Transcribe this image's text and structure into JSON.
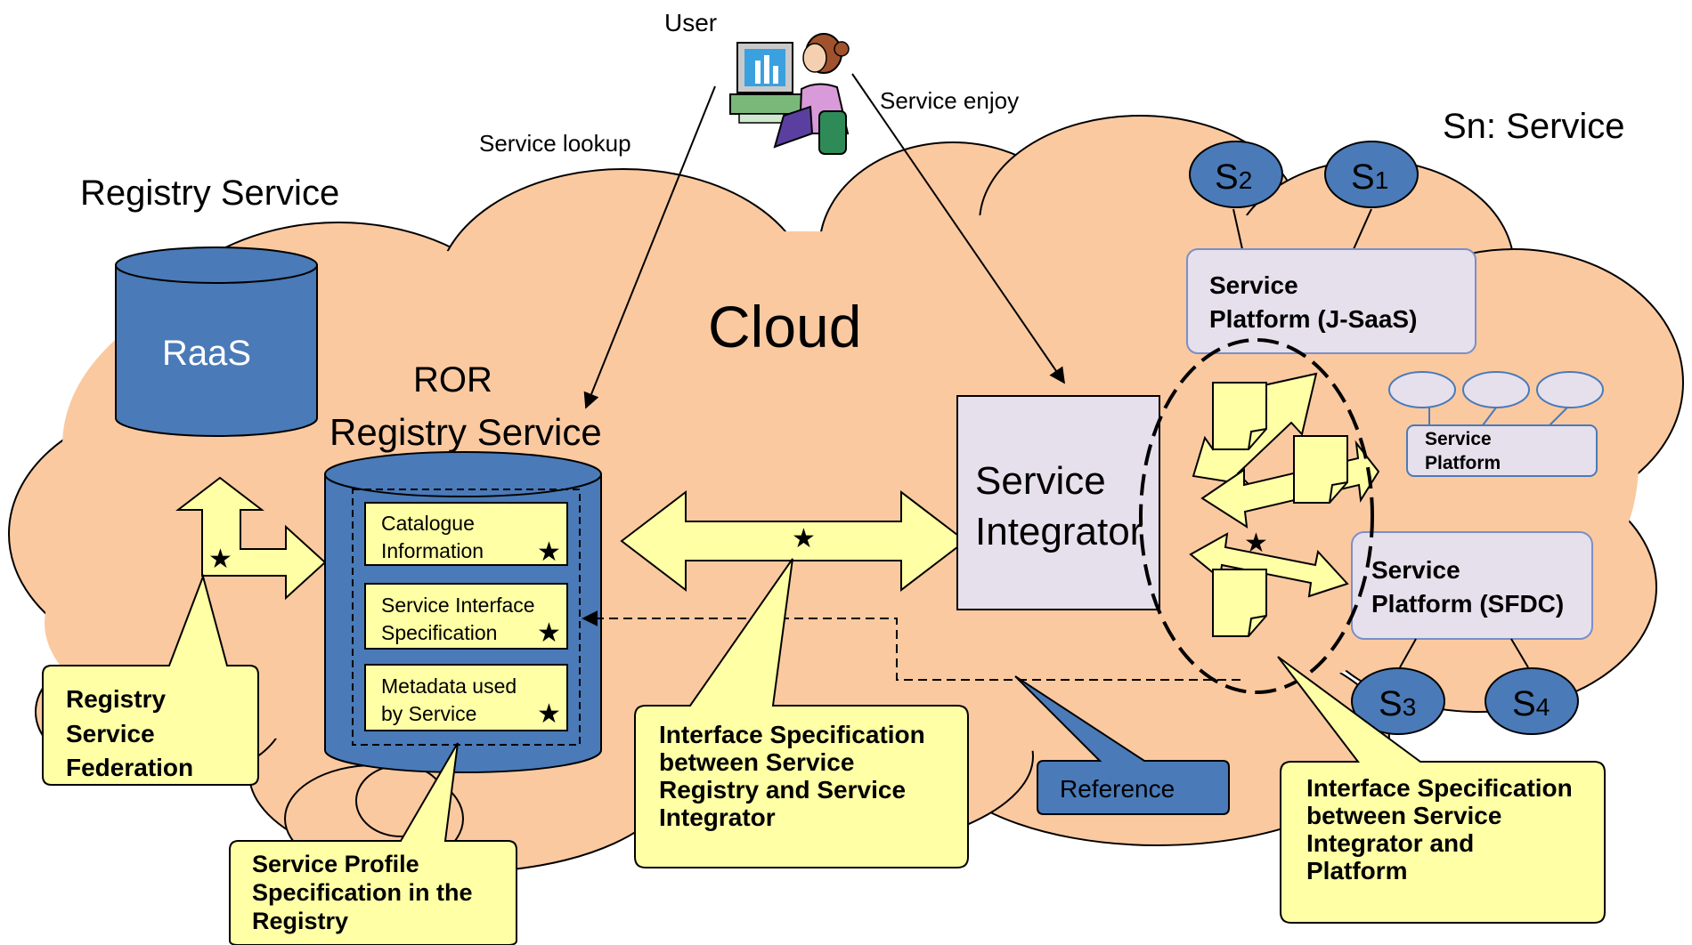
{
  "user": {
    "label": "User",
    "lookup": "Service lookup",
    "enjoy": "Service enjoy"
  },
  "headings": {
    "registry_service": "Registry Service",
    "cloud": "Cloud",
    "service_legend": "Sn: Service"
  },
  "raas": {
    "label": "RaaS"
  },
  "ror": {
    "line1": "ROR",
    "line2": "Registry Service"
  },
  "ror_items": [
    {
      "line1": "Catalogue",
      "line2": "Information"
    },
    {
      "line1": "Service Interface",
      "line2": "Specification"
    },
    {
      "line1": "Metadata used",
      "line2": "by Service"
    }
  ],
  "star": "★",
  "integrator": {
    "line1": "Service",
    "line2": "Integrator"
  },
  "platforms": {
    "jsaas": {
      "line1": "Service",
      "line2": "Platform (J-SaaS)"
    },
    "generic": {
      "line1": "Service",
      "line2": "Platform"
    },
    "sfdc": {
      "line1": "Service",
      "line2": "Platform (SFDC)"
    }
  },
  "services": [
    {
      "letter": "S",
      "sub": "2"
    },
    {
      "letter": "S",
      "sub": "1"
    },
    {
      "letter": "S",
      "sub": "3"
    },
    {
      "letter": "S",
      "sub": "4"
    }
  ],
  "callouts": {
    "federation": [
      "Registry",
      "Service",
      "Federation"
    ],
    "profile": [
      "Service Profile",
      "Specification in the",
      "Registry"
    ],
    "iface_registry": [
      "Interface Specification",
      "between Service",
      "Registry and Service",
      "Integrator"
    ],
    "iface_platform": [
      "Interface Specification",
      "between Service",
      "Integrator and",
      "Platform"
    ],
    "reference": "Reference"
  },
  "colors": {
    "cloud": "#FBC9A0",
    "blue": "#4A7AB8",
    "yellow": "#FFFFA6",
    "lavender": "#E6E0EC"
  }
}
